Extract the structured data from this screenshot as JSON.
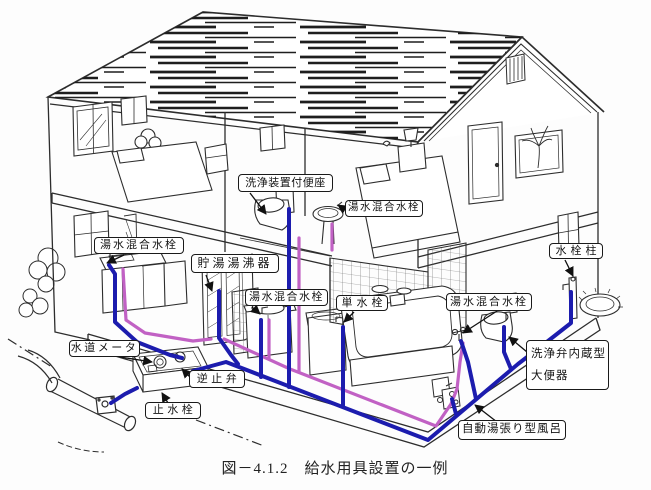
{
  "figure": {
    "caption": "図－4.1.2　給水用具設置の一例"
  },
  "colors": {
    "cold_water": "#1c1cae",
    "hot_water": "#c161c4",
    "ink": "#2d2d2d"
  },
  "labels": {
    "kitchen_mixing_faucet": "湯水混合水栓",
    "storage_water_heater": "貯湯湯沸器",
    "washer_equipped_toilet_seat": "洗浄装置付便座",
    "lavatory_mixing_faucet_2f": "湯水混合水栓",
    "washstand_mixing_faucet_1f": "湯水混合水栓",
    "single_faucet": "単水栓",
    "bath_mixing_faucet": "湯水混合水栓",
    "tap_pillar": "水栓柱",
    "builtin_flush_valve_toilet_line1": "洗浄弁内蔵型",
    "builtin_flush_valve_toilet_line2": "大便器",
    "auto_filling_bath": "自動湯張り型風呂",
    "water_meter": "水道メータ",
    "check_valve": "逆止弁",
    "stop_valve": "止水栓"
  }
}
